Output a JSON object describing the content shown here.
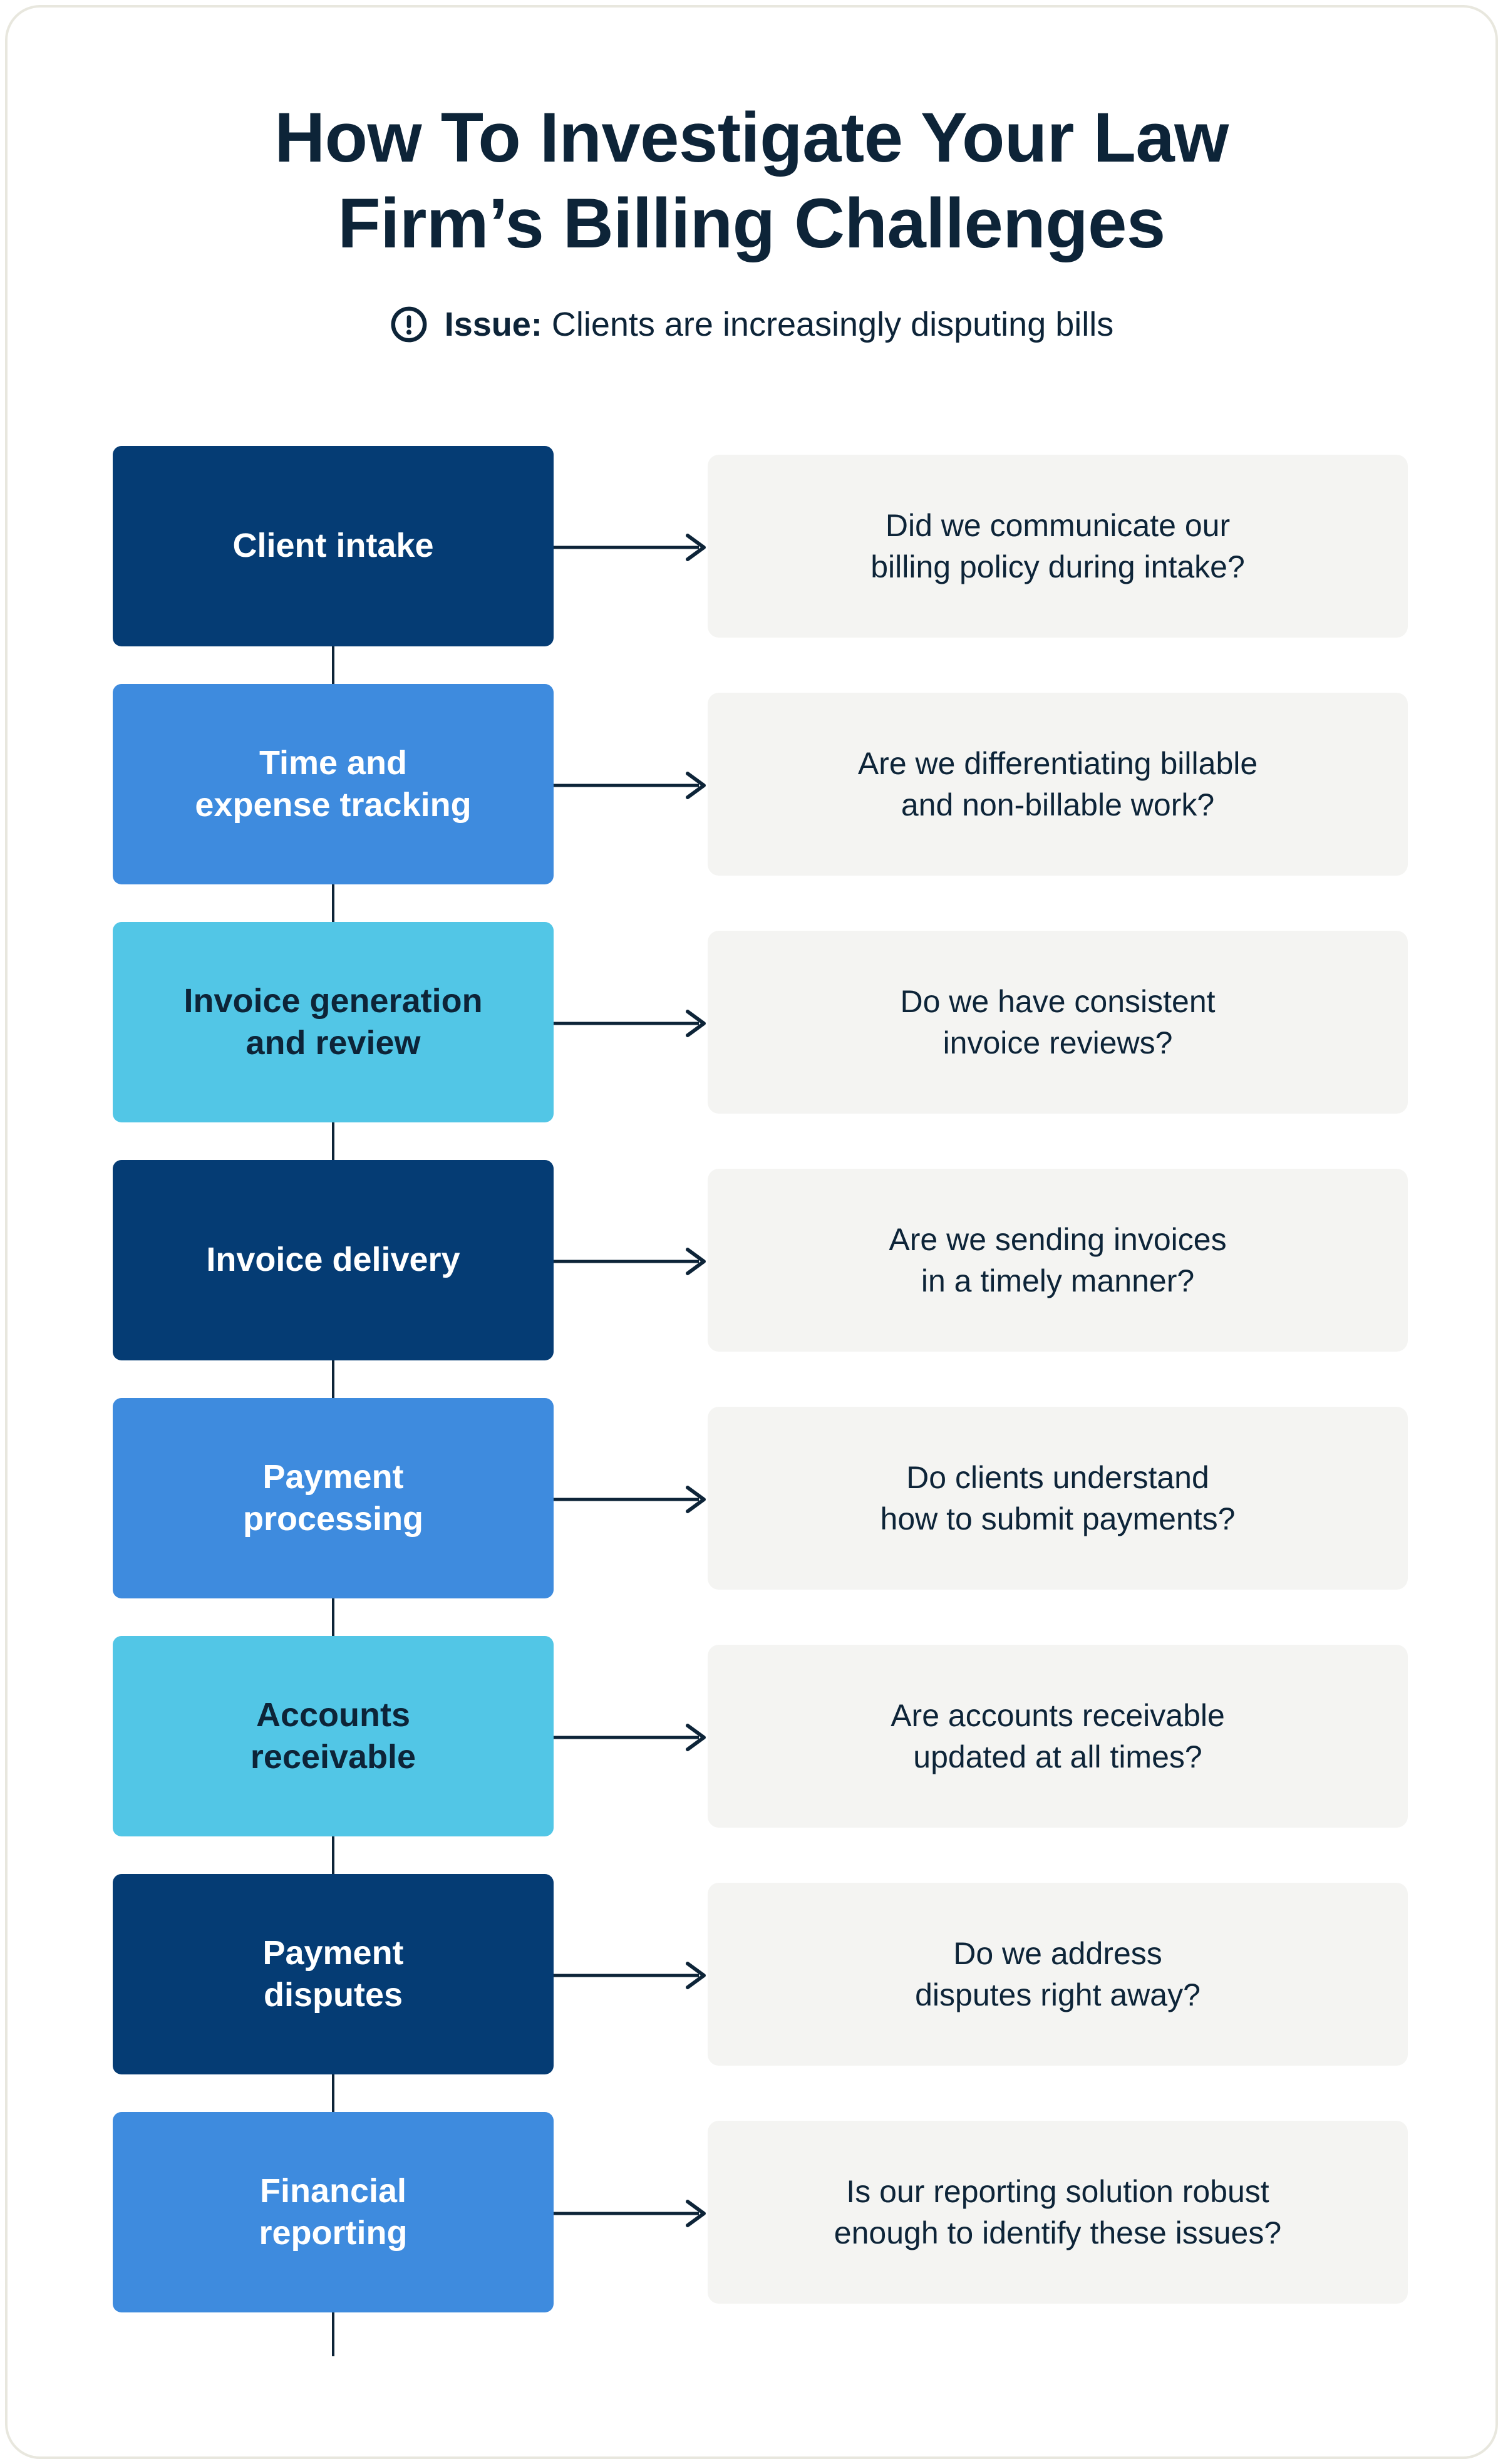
{
  "header": {
    "title": "How To Investigate Your Law Firm’s Billing Challenges",
    "issue_icon": "alert-circle-icon",
    "issue_label": "Issue:",
    "issue_text": "Clients are increasingly disputing bills"
  },
  "colors": {
    "navy": "#053c74",
    "blue": "#3e8bde",
    "cyan": "#52c6e6",
    "ink": "#0d2438",
    "card_bg": "#f4f4f2",
    "page_border": "#e8e7de",
    "white": "#ffffff"
  },
  "flow": {
    "connector_name": "flow-connector-line",
    "arrow_icon": "arrow-right-icon",
    "rows": [
      {
        "stage": "Client intake",
        "question": "Did we communicate our\nbilling policy during intake?",
        "fill": "#053c74",
        "text_color": "#ffffff"
      },
      {
        "stage": "Time and\nexpense tracking",
        "question": "Are we differentiating billable\nand non-billable work?",
        "fill": "#3e8bde",
        "text_color": "#ffffff"
      },
      {
        "stage": "Invoice generation\nand review",
        "question": "Do we have consistent\ninvoice reviews?",
        "fill": "#52c6e6",
        "text_color": "#0d2438"
      },
      {
        "stage": "Invoice delivery",
        "question": "Are we sending invoices\nin a timely manner?",
        "fill": "#053c74",
        "text_color": "#ffffff"
      },
      {
        "stage": "Payment\nprocessing",
        "question": "Do clients understand\nhow to submit payments?",
        "fill": "#3e8bde",
        "text_color": "#ffffff"
      },
      {
        "stage": "Accounts\nreceivable",
        "question": "Are accounts receivable\nupdated at all times?",
        "fill": "#52c6e6",
        "text_color": "#0d2438"
      },
      {
        "stage": "Payment\ndisputes",
        "question": "Do we address\ndisputes right away?",
        "fill": "#053c74",
        "text_color": "#ffffff"
      },
      {
        "stage": "Financial\nreporting",
        "question": "Is our reporting solution robust\nenough to identify these issues?",
        "fill": "#3e8bde",
        "text_color": "#ffffff"
      }
    ]
  }
}
